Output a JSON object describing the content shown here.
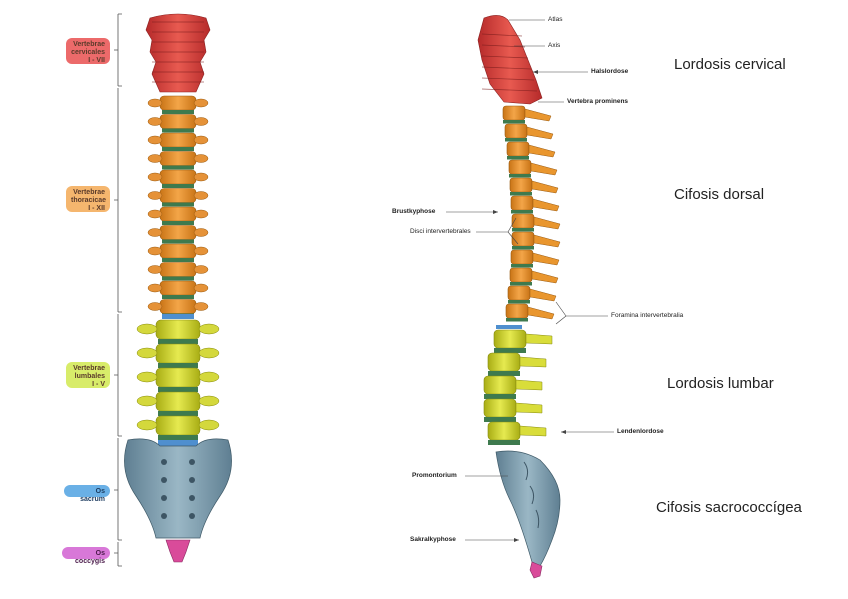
{
  "anterior_regions": {
    "cervical": {
      "line1": "Vertebrae",
      "line2": "cervicales",
      "line3": "I - VII",
      "color": "#ec6a6a"
    },
    "thoracic": {
      "line1": "Vertebrae",
      "line2": "thoracicae",
      "line3": "I - XII",
      "color": "#f5b66e"
    },
    "lumbar": {
      "line1": "Vertebrae",
      "line2": "lumbales",
      "line3": "I - V",
      "color": "#d8ec6a"
    },
    "sacrum": {
      "line1": "Os sacrum",
      "color": "#6ab0e6"
    },
    "coccyx": {
      "line1": "Os coccygis",
      "color": "#d878d8"
    }
  },
  "lateral_annotations": {
    "atlas": "Atlas",
    "axis": "Axis",
    "halslordose": "Halslordose",
    "vertebra_prominens": "Vertebra prominens",
    "brustkyphose": "Brustkyphose",
    "disci": "Disci intervertebrales",
    "foramina": "Foramina intervertebralia",
    "lendenlordose": "Lendenlordose",
    "promontorium": "Promontorium",
    "sakralkyphose": "Sakralkyphose"
  },
  "curvature_labels": {
    "cervical": "Lordosis cervical",
    "dorsal": "Cifosis dorsal",
    "lumbar": "Lordosis lumbar",
    "sacral": "Cifosis sacrococcígea"
  },
  "colors": {
    "cervical": "#d94040",
    "thoracic": "#e9962e",
    "lumbar": "#c9cf2a",
    "sacrum": "#7f9fb0",
    "coccyx": "#d94b9a",
    "disc": "#3e7a4e"
  }
}
